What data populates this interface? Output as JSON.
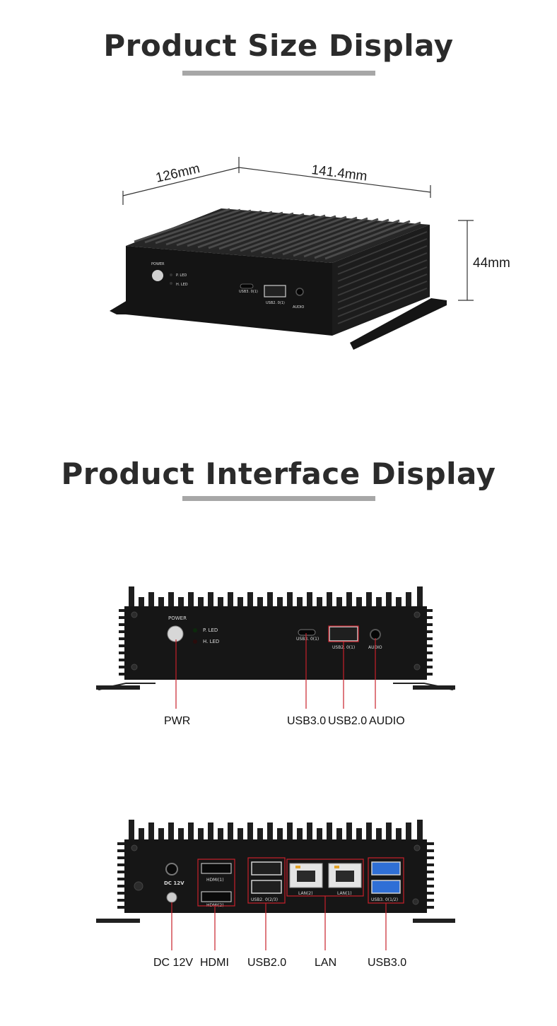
{
  "size_section": {
    "heading": "Product Size Display",
    "dimensions": {
      "depth": "126mm",
      "width": "141.4mm",
      "height": "44mm"
    },
    "front_labels": {
      "power": "POWER",
      "pled": "P. LED",
      "hled": "H. LED",
      "usb3": "USB3. 0(1)",
      "usb2": "USB2. 0(1)",
      "audio": "AUDIO"
    }
  },
  "interface_section": {
    "heading": "Product Interface Display",
    "front_labels": {
      "power": "POWER",
      "pled": "P. LED",
      "hled": "H. LED",
      "usb3": "USB3. 0(1)",
      "usb2": "USB2. 0(1)",
      "audio": "AUDIO"
    },
    "front_callouts": {
      "pwr": "PWR",
      "usb3": "USB3.0",
      "usb2": "USB2.0",
      "audio": "AUDIO"
    },
    "rear_labels": {
      "dc": "DC 12V",
      "hdmi1": "HDMI(1)",
      "hdmi2": "HDMI(2)",
      "usb2": "USB2. 0(2/3)",
      "lan2": "LAN(2)",
      "lan1": "LAN(1)",
      "usb3": "USB3. 0(1/2)"
    },
    "rear_callouts": {
      "dc": "DC 12V",
      "hdmi": "HDMI",
      "usb2": "USB2.0",
      "lan": "LAN",
      "usb3": "USB3.0"
    }
  },
  "colors": {
    "callout_red": "#c8202a",
    "chassis": "#1a1a1a",
    "usb3_blue": "#2f6fd6"
  }
}
